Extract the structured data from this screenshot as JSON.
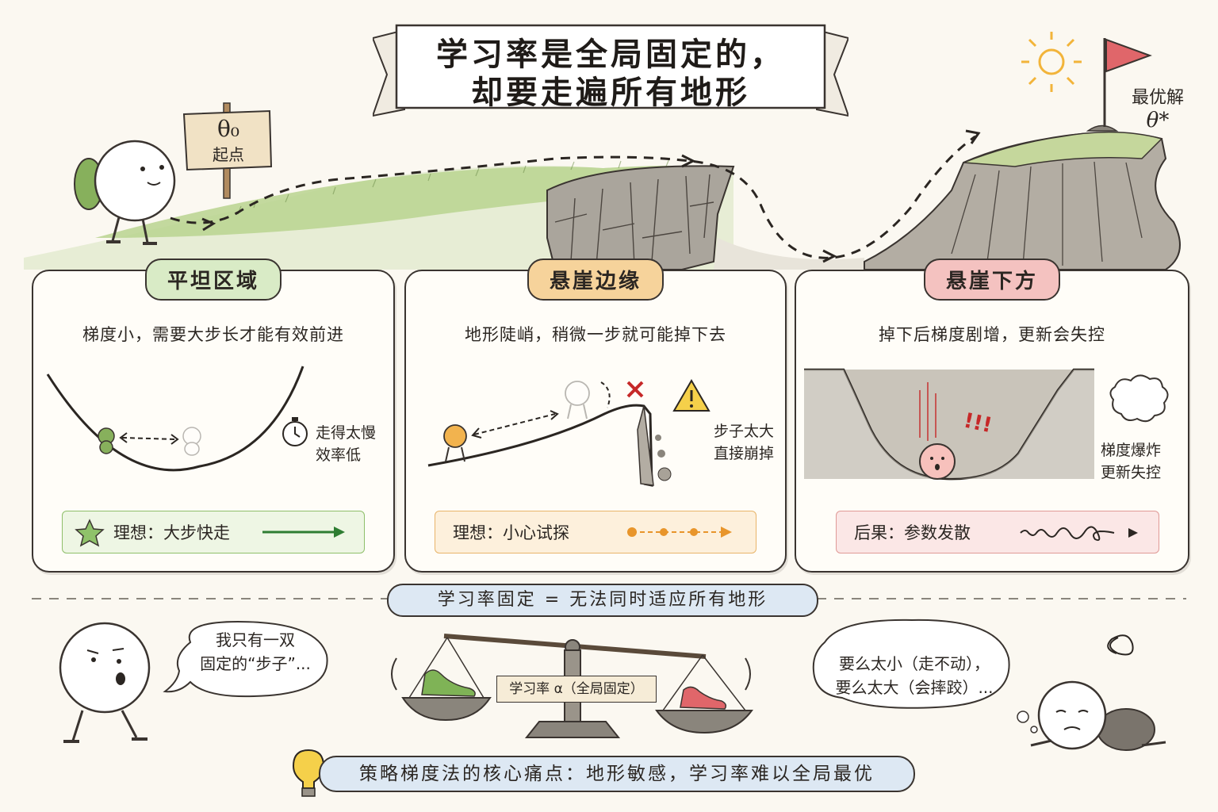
{
  "title": {
    "line1": "学习率是全局固定的，",
    "line2": "却要走遍所有地形"
  },
  "start_sign": {
    "symbol": "θ₀",
    "label": "起点"
  },
  "goal": {
    "label": "最优解",
    "symbol": "θ*"
  },
  "cards": [
    {
      "tag": "平坦区域",
      "desc": "梯度小，需要大步长才能有效前进",
      "note": [
        "走得太慢",
        "效率低"
      ],
      "footer": "理想：大步快走",
      "tag_color": "#d9ebc6",
      "foot_bg": "#eef6e4",
      "foot_border": "#8fbf6a",
      "accent": "#2e7d32"
    },
    {
      "tag": "悬崖边缘",
      "desc": "地形陡峭，稍微一步就可能掉下去",
      "note": [
        "步子太大",
        "直接崩掉"
      ],
      "footer": "理想：小心试探",
      "tag_color": "#f6d39b",
      "foot_bg": "#fdf0dc",
      "foot_border": "#e8b46a",
      "accent": "#e8952b"
    },
    {
      "tag": "悬崖下方",
      "desc": "掉下后梯度剧增，更新会失控",
      "note": [
        "梯度爆炸",
        "更新失控"
      ],
      "footer": "后果：参数发散",
      "tag_color": "#f4c2c0",
      "foot_bg": "#fbe7e6",
      "foot_border": "#e09a97",
      "accent": "#c62828",
      "exclaim": "!!!"
    }
  ],
  "formula": "学习率固定  =  无法同时适应所有地形",
  "speech_left": [
    "我只有一双",
    "固定的“步子”..."
  ],
  "scale_label": "学习率 α（全局固定）",
  "speech_right": [
    "要么太小（走不动），",
    "要么太大（会摔跤）..."
  ],
  "bottom_banner": "策略梯度法的核心痛点：地形敏感，学习率难以全局最优",
  "icons": {
    "sun": "sun-icon",
    "flag": "flag-icon",
    "clock": "clock-icon",
    "warning": "warning-icon",
    "star": "star-icon",
    "bulb": "lightbulb-icon",
    "cross": "cross-icon"
  },
  "colors": {
    "accent_blue": "#dde8f3",
    "grass": "#a9c97e",
    "cliff": "#9a948a"
  }
}
